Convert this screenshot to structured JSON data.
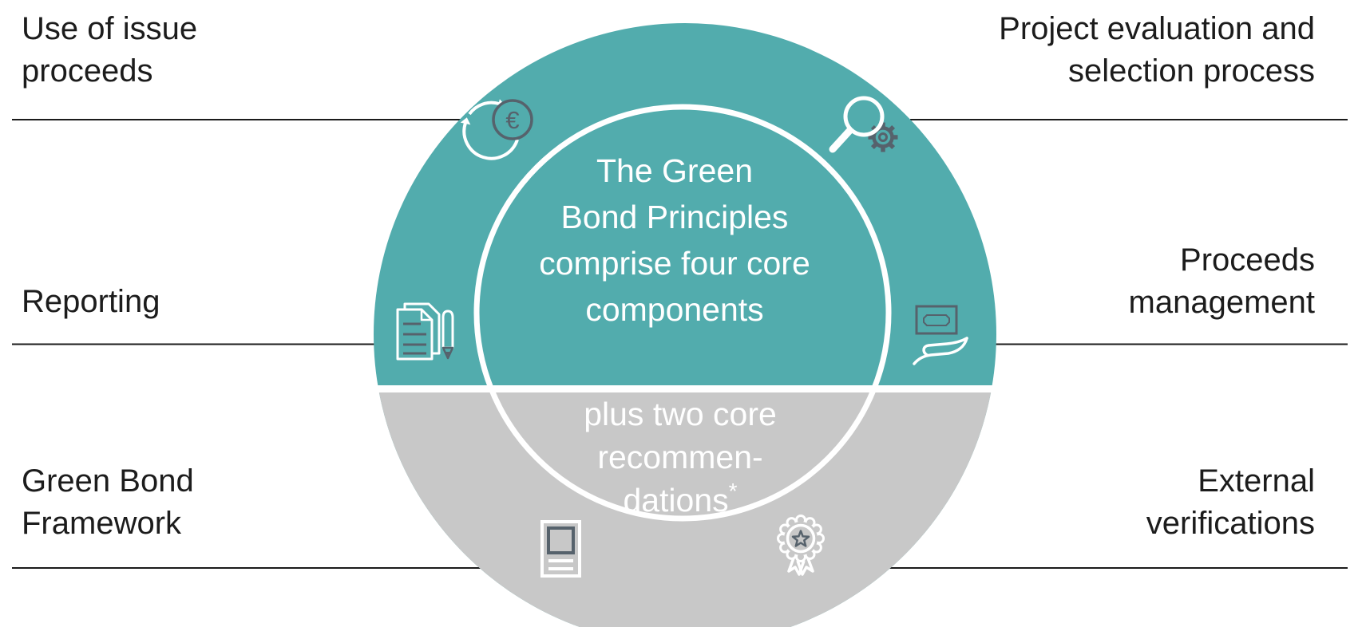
{
  "diagram": {
    "center_circle": {
      "heading_lines": [
        "The Green",
        "Bond Principles",
        "comprise four core",
        "components"
      ],
      "recommendation_lines": [
        "plus two core",
        "recommen-",
        "dations"
      ],
      "recommendation_asterisk": "*"
    },
    "labels": {
      "use_of_issue_proceeds": {
        "line1": "Use of issue",
        "line2": "proceeds"
      },
      "project_evaluation": {
        "line1": "Project evaluation and",
        "line2": "selection process"
      },
      "reporting": {
        "line1": "Reporting"
      },
      "proceeds_management": {
        "line1": "Proceeds",
        "line2": "management"
      },
      "green_bond_framework": {
        "line1": "Green Bond",
        "line2": "Framework"
      },
      "external_verifications": {
        "line1": "External",
        "line2": "verifications"
      }
    },
    "icons": {
      "euro_symbol": "€",
      "names": [
        "euro-circulation-icon",
        "magnifier-gear-icon",
        "documents-pencil-icon",
        "banknote-hand-icon",
        "framework-document-icon",
        "award-ribbon-icon"
      ]
    },
    "colors": {
      "teal": "#52acad",
      "gray": "#c8c8c8",
      "icon_dark": "#56626c",
      "label_text": "#1c1c1c",
      "line": "#1b1b1b",
      "white": "#ffffff"
    }
  }
}
